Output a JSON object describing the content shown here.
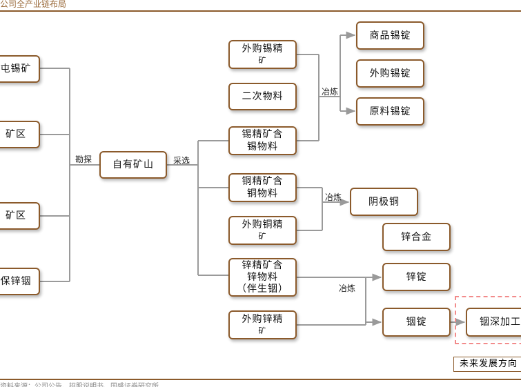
{
  "header": {
    "title": "公司全产业链布局"
  },
  "mines": [
    {
      "label": "屯锡矿"
    },
    {
      "label": "矿区"
    },
    {
      "label": "矿区"
    },
    {
      "label": "保锌铟"
    }
  ],
  "nodes": {
    "own_mine": "自有矿山",
    "purchased_tin_conc": [
      "外购锡精",
      "矿"
    ],
    "secondary_material": "二次物料",
    "tin_conc": [
      "锡精矿含",
      "锡物料"
    ],
    "copper_conc": [
      "铜精矿含",
      "铜物料"
    ],
    "purchased_copper_conc": [
      "外购铜精",
      "矿"
    ],
    "zinc_conc": [
      "锌精矿含",
      "锌物料",
      "（伴生铟）"
    ],
    "purchased_zinc_conc": [
      "外购锌精",
      "矿"
    ],
    "commodity_tin": "商品锡锭",
    "purchased_tin_ingot": "外购锡锭",
    "raw_tin_ingot": "原料锡锭",
    "cathode_copper": "阴极铜",
    "zinc_alloy": "锌合金",
    "zinc_ingot": "锌锭",
    "indium_ingot": "铟锭",
    "indium_processing": "铟深加工"
  },
  "edge_labels": {
    "exploration": "勘探",
    "mining": "采选",
    "smelt_tin": "冶炼",
    "smelt_copper": "冶炼",
    "smelt_zinc": "冶炼"
  },
  "legend": {
    "label": "未来发展方向"
  },
  "footer": {
    "source": "资料来源：公司公告、招股说明书、国盛证券研究所"
  }
}
